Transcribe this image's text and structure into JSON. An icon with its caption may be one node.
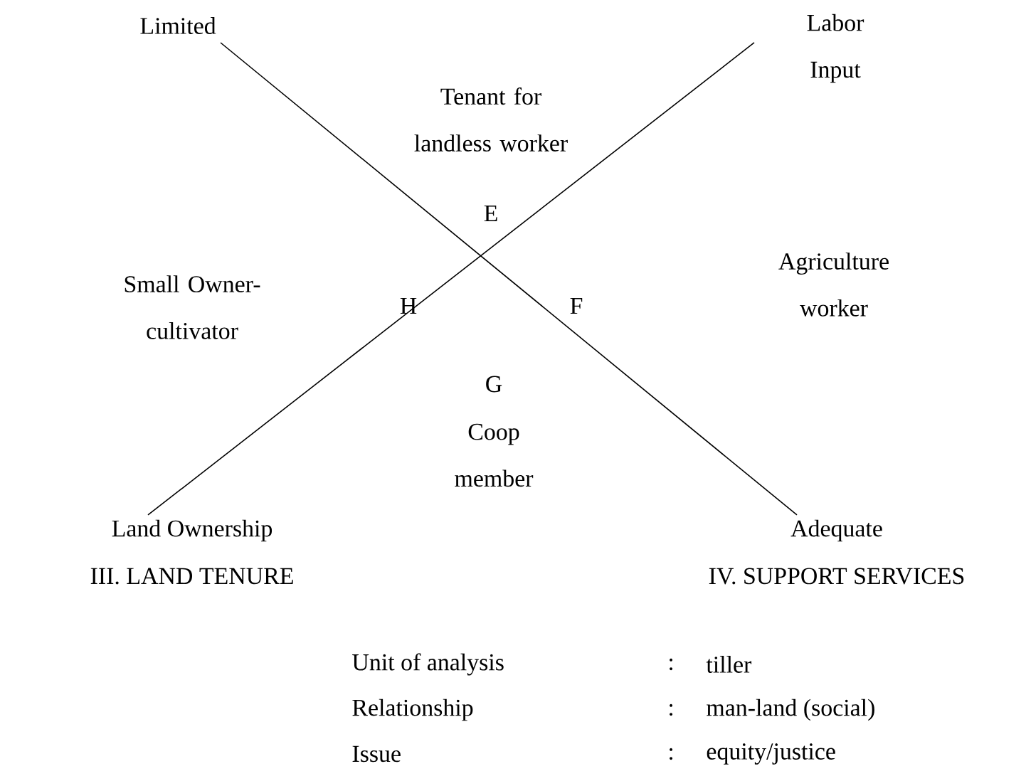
{
  "diagram": {
    "labels": [
      "Limited",
      "Labor Input",
      "Tenant for landless worker",
      "E",
      "Small Owner-cultivator",
      "H",
      "F",
      "Agriculture worker",
      "G",
      "Coop member",
      "Land Ownership",
      "III. LAND TENURE",
      "Adequate",
      "IV. SUPPORT SERVICES",
      "Unit of analysis",
      ":",
      "tiller",
      "Relationship",
      ":",
      "man-land (social)",
      "Issue",
      ":",
      "equity/justice"
    ]
  }
}
